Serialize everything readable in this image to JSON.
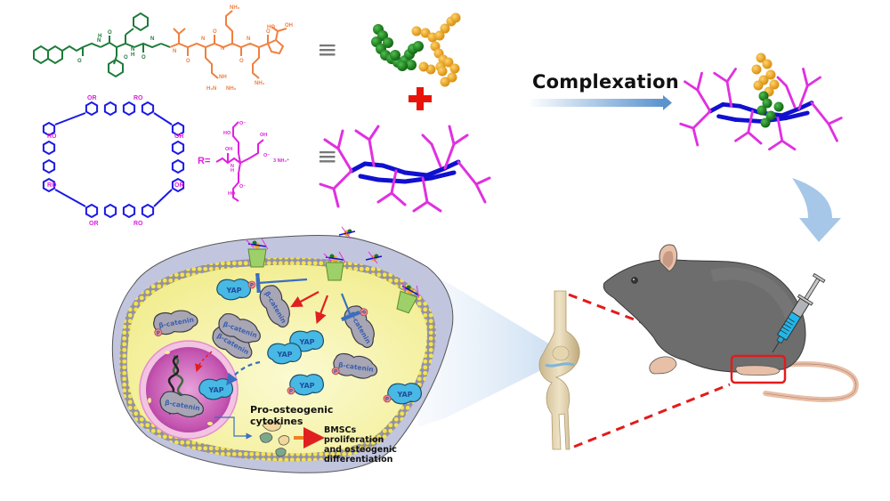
{
  "peptide": {
    "description": "Naphthylacetyl-Phe-Phe-Gly-Val-Arg-Lys-Lys-Pro peptide chemical structure",
    "segment_colors": {
      "hydrophobic": "#1e7b3a",
      "hydrophilic": "#f08040"
    },
    "atom_labels": {
      "nh": "N\nH",
      "h": "H",
      "n": "N",
      "o": "O",
      "nh2_top": "NH₂",
      "nh2_bottom": "NH₂",
      "guanidine_nh": "NH",
      "guanidine_h2n": "H₂N",
      "guanidine_nh2": "NH₂",
      "ho": "HO",
      "oh": "OH"
    }
  },
  "macrocycle": {
    "description": "Cyclic oligophenylene macrocycle",
    "ring_color": "#1a1ae6",
    "substituent_color": "#e020e0",
    "substituent_labels": [
      "OR",
      "RO",
      "RO",
      "OR",
      "RO",
      "OR",
      "OR",
      "RO"
    ],
    "r_group": {
      "label": "R=",
      "counterion": "3 NH₄⁺",
      "labels": [
        "OH",
        "N",
        "H",
        "HO",
        "O⁻",
        "OH",
        "O⁻",
        "HO",
        "O⁻"
      ]
    }
  },
  "equivalence_symbol": "≡",
  "plus_symbol": "+",
  "colors": {
    "peptide_green": "#1a7a1a",
    "peptide_orange": "#f5a623",
    "macrocycle_blue": "#1010d0",
    "macrocycle_magenta": "#e030e0",
    "plus_red": "#e8140c",
    "arrow_blue": "#6a9fd4",
    "cell_yellow": "#f6f3a0",
    "membrane_gray": "#b9bdd8",
    "nucleus_magenta": "#c84fb5",
    "yap_blue": "#48b8e4",
    "catenin_gray": "#a8a6b4",
    "receptor_green": "#9ed06a",
    "inhibit_blue": "#3a6fc0",
    "activate_red": "#e02020",
    "mouse_gray": "#6b6b6b",
    "bone": "#d9c9a2",
    "highlight_red": "#e31b1b"
  },
  "complexation": {
    "label": "Complexation"
  },
  "cell": {
    "proteins": {
      "yap": "YAP",
      "catenin": "β-catenin",
      "phospho": "P"
    },
    "pro_osteogenic": "Pro-osteogenic\ncytokines",
    "outcome": "BMSCs\nproliferation\nand osteogenic\ndifferentiation"
  },
  "in_vivo": {
    "subject": "mouse",
    "procedure": "injection",
    "target": "knee joint"
  }
}
